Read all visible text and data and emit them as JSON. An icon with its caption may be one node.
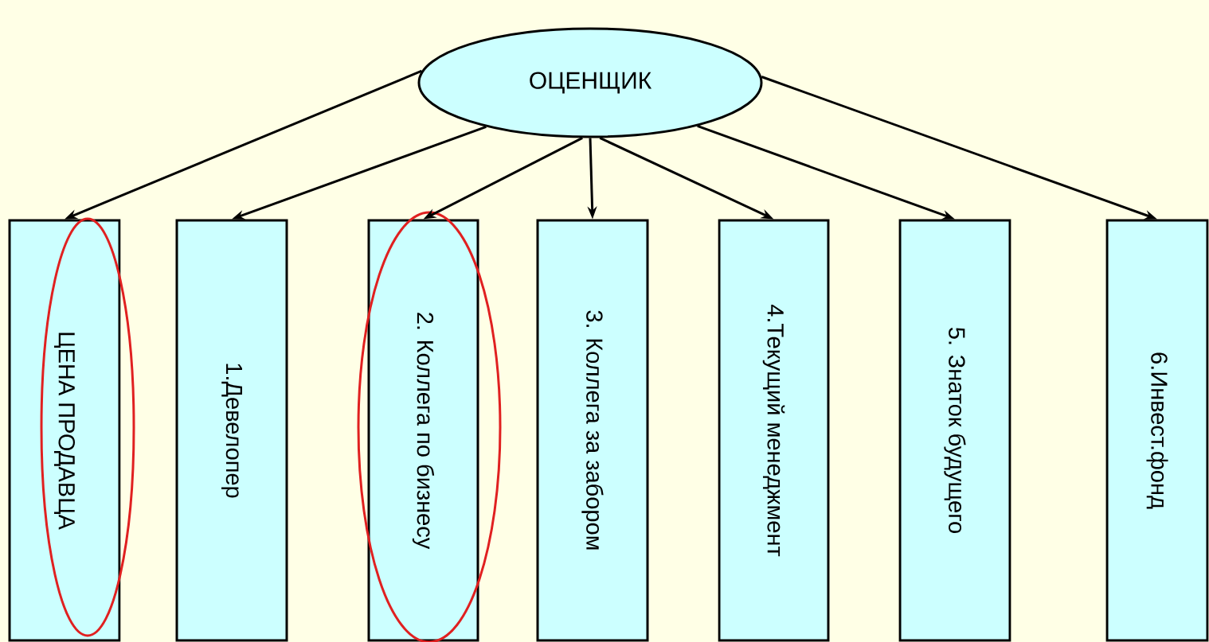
{
  "diagram": {
    "nodes": [
      {
        "text": [
          "ОЦЕНЩИК"
        ]
      },
      {
        "text": [
          "ЦЕНА ПРОДАВЦА"
        ]
      },
      {
        "text": [
          "1.Девелопер"
        ]
      },
      {
        "text": [
          "2. Коллега по бизнесу"
        ]
      },
      {
        "text": [
          "3. Коллега за забором"
        ]
      },
      {
        "text": [
          "4.Текущий менеджмент"
        ]
      },
      {
        "text": [
          "5. Знаток будущего"
        ]
      },
      {
        "text": [
          "6.Инвест.фонд"
        ]
      }
    ],
    "edges": [
      {
        "from": 0,
        "to": 1,
        "arrow": "to"
      },
      {
        "from": 0,
        "to": 2,
        "arrow": "to"
      },
      {
        "from": 0,
        "to": 3,
        "arrow": "to"
      },
      {
        "from": 0,
        "to": 4,
        "arrow": "to"
      },
      {
        "from": 0,
        "to": 5,
        "arrow": "to"
      },
      {
        "from": 0,
        "to": 6,
        "arrow": "to"
      },
      {
        "from": 0,
        "to": 7,
        "arrow": "to"
      }
    ]
  }
}
